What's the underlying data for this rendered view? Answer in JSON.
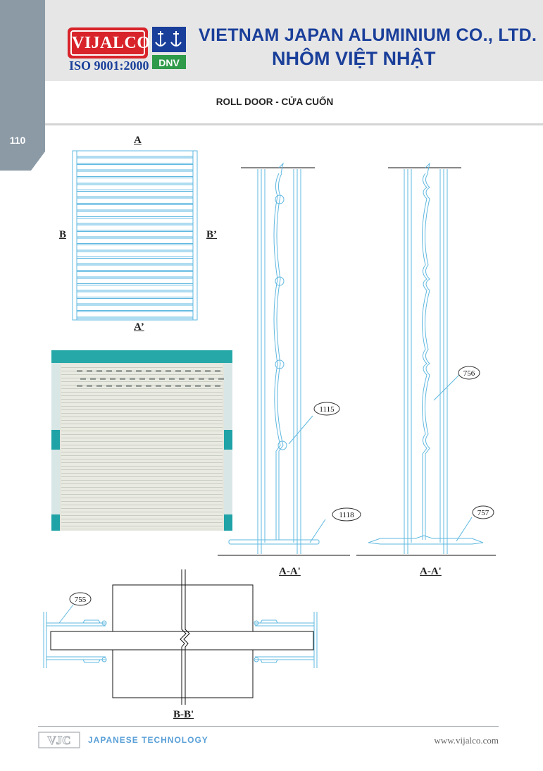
{
  "page_number": "110",
  "header": {
    "logo_text": "VIJALCO",
    "certification": "ISO 9001:2000",
    "certifier_logo": "DNV",
    "company_name_en": "VIETNAM JAPAN ALUMINIUM CO., LTD.",
    "company_name_vi": "NHÔM VIỆT NHẬT"
  },
  "title": "ROLL DOOR - CỬA CUỐN",
  "elevation_labels": {
    "top": "A",
    "bottom": "A’",
    "left": "B",
    "right": "B’"
  },
  "sections": [
    {
      "label": "A-A'",
      "callouts": [
        "1115",
        "1118"
      ]
    },
    {
      "label": "A-A'",
      "callouts": [
        "756",
        "757"
      ]
    },
    {
      "label": "B-B'",
      "callouts": [
        "755"
      ]
    }
  ],
  "footer": {
    "logo_text": "VJC",
    "tagline": "JAPANESE TECHNOLOGY",
    "website": "www.vijalco.com"
  },
  "colors": {
    "brand_blue": "#1a3f9a",
    "brand_red": "#d8232a",
    "drawing_line": "#5fb8e0",
    "sidebar_gray": "#8c9aa6",
    "header_gray": "#e6e6e6"
  }
}
